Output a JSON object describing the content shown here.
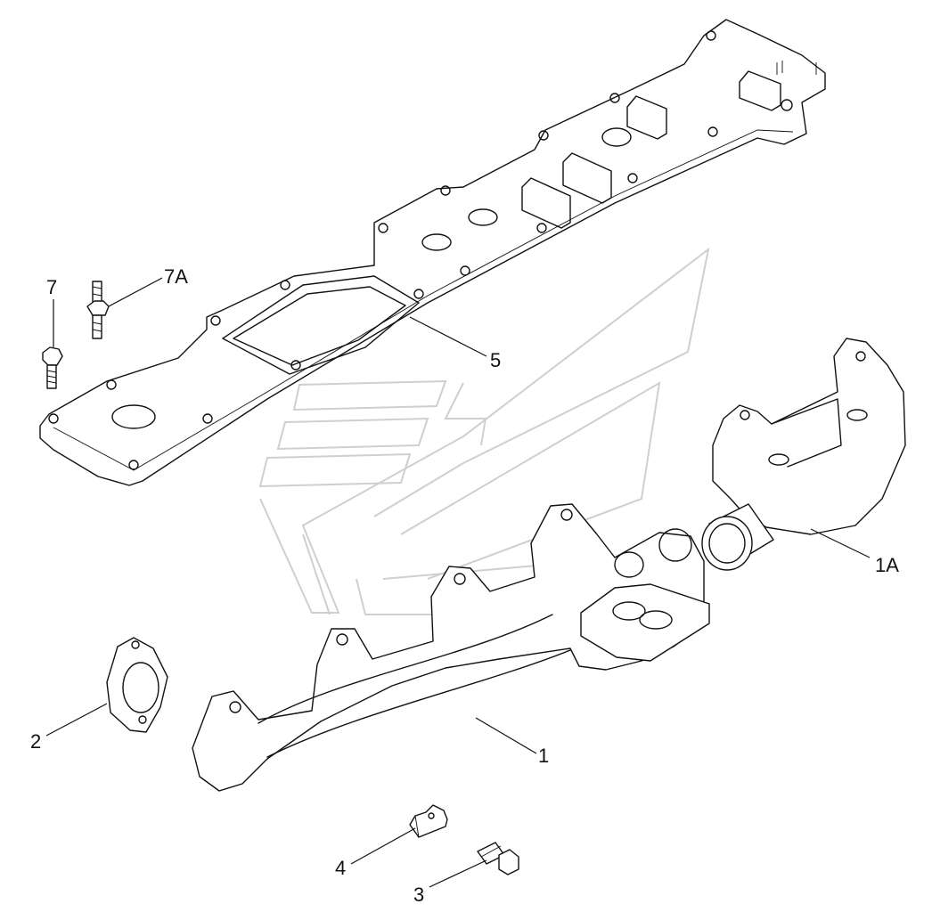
{
  "callouts": {
    "c1": "1",
    "c1a": "1A",
    "c2": "2",
    "c3": "3",
    "c4": "4",
    "c5": "5",
    "c7": "7",
    "c7a": "7A"
  },
  "colors": {
    "line": "#111111",
    "watermark": "#cfcfcf",
    "background": "#ffffff"
  }
}
